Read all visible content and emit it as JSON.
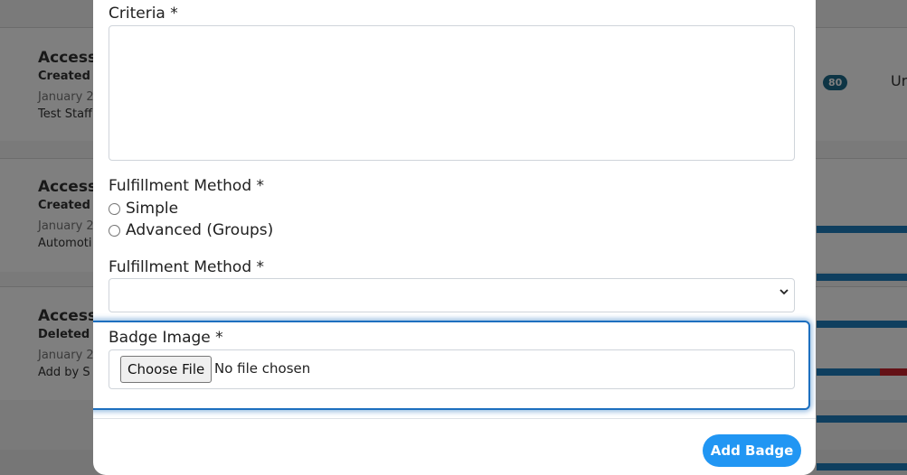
{
  "background": {
    "cards": [
      {
        "title": "Access",
        "subtitle": "Created A",
        "date": "January 2",
        "desc": "Test Staff"
      },
      {
        "title": "Access",
        "subtitle": "Created A",
        "date": "January 2",
        "desc": "Automoti"
      },
      {
        "title": "Access",
        "subtitle": "Deleted",
        "date": "January 2",
        "desc": "Add by S"
      }
    ],
    "pill_count": "80",
    "right_text": "Ur"
  },
  "form": {
    "criteria_label": "Criteria *",
    "fulfillment_label": "Fulfillment Method *",
    "radio_options": [
      "Simple",
      "Advanced (Groups)"
    ],
    "fulfillment_select_label": "Fulfillment Method *",
    "fulfillment_select_value": "",
    "badge_image_label": "Badge Image *",
    "choose_file_label": "Choose File",
    "file_status": "No file chosen",
    "submit_label": "Add Badge"
  },
  "colors": {
    "primary": "#2196f3",
    "focus": "#1d6fbf",
    "pill": "#1d6a8a"
  }
}
